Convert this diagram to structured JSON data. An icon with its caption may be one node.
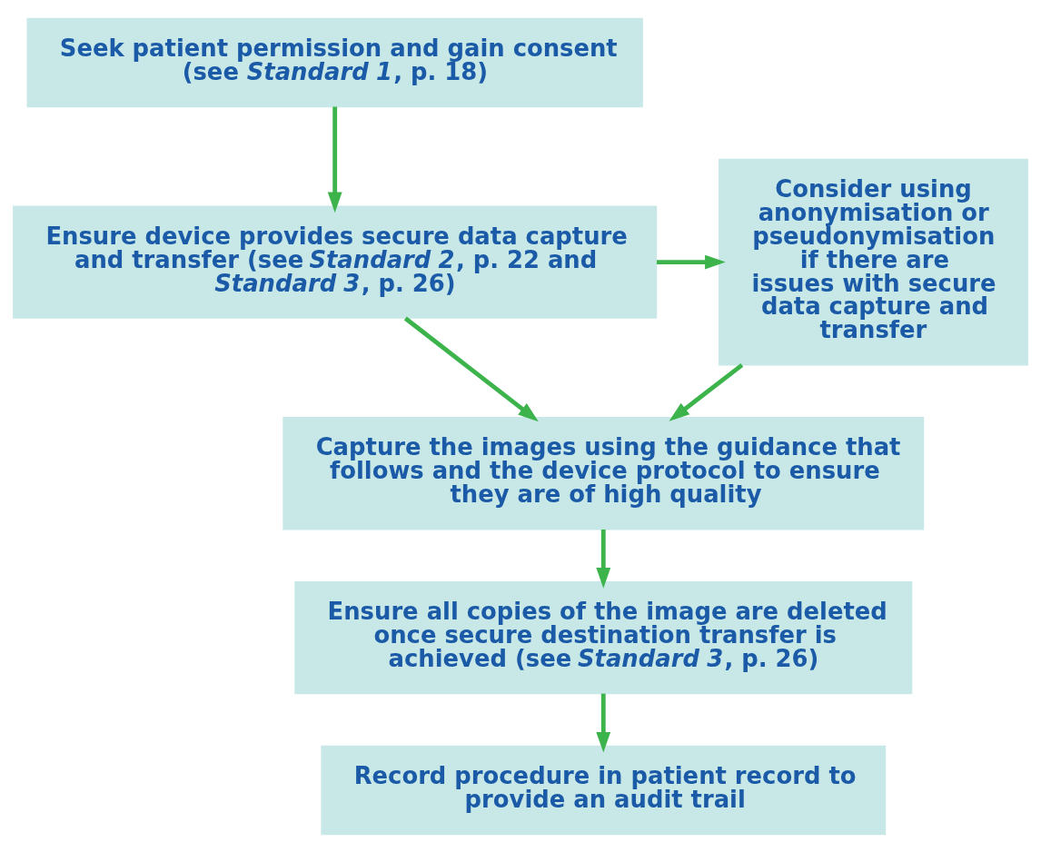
{
  "diagram": {
    "nodes": [
      {
        "text": [
          "Seek patient permission and gain consent (see *Standard 1*, p. 18)"
        ]
      },
      {
        "text": [
          "Consider using anonymisation or pseudonymisation if there are issues with secure data capture and transfer"
        ]
      },
      {
        "text": [
          "Ensure device provides secure data capture and transfer (see *Standard 2*, p. 22 and *Standard 3*, p. 26)"
        ]
      },
      {
        "text": [
          "Capture the images using the guidance that follows and the device protocol to ensure they are of high quality"
        ]
      },
      {
        "text": [
          "Ensure all copies of the image are deleted once secure destination transfer is achieved (see *Standard 3*, p. 26)"
        ]
      },
      {
        "text": [
          "Record procedure in patient record to provide an audit trail"
        ]
      }
    ],
    "edges": [
      {
        "from": 0,
        "to": 2,
        "arrow": "to"
      },
      {
        "from": 2,
        "to": 1,
        "arrow": "to"
      },
      {
        "from": 1,
        "to": 3,
        "arrow": "to"
      },
      {
        "from": 2,
        "to": 3,
        "arrow": "to"
      },
      {
        "from": 3,
        "to": 4,
        "arrow": "to"
      },
      {
        "from": 4,
        "to": 5,
        "arrow": "to"
      }
    ]
  }
}
